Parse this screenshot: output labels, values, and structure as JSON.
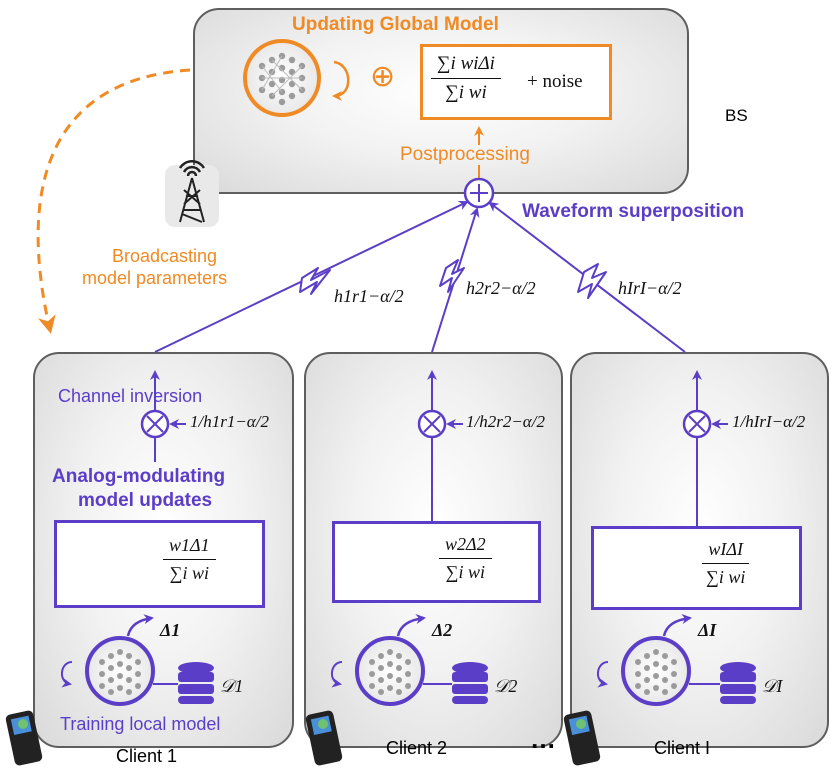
{
  "server": {
    "title": "Updating Global Model",
    "plus_symbol": "⊕",
    "formula_numerator": "∑i wiΔi",
    "formula_denominator": "∑i wi",
    "noise_term": "+ noise",
    "postprocessing": "Postprocessing",
    "bs_label": "BS"
  },
  "channel": {
    "superposition_label": "Waveform superposition",
    "broadcast_label_line1": "Broadcasting",
    "broadcast_label_line2": "model parameters",
    "gains": [
      "h1r1−α/2",
      "h2r2−α/2",
      "hIrI−α/2"
    ]
  },
  "client1": {
    "channel_inversion": "Channel inversion",
    "inverse_gain": "1/h1r1−α/2",
    "analog_label_line1": "Analog-modulating",
    "analog_label_line2": "model updates",
    "weight_num": "w1Δ1",
    "weight_den": "∑i wi",
    "update": "Δ1",
    "dataset": "𝒟1",
    "training_label": "Training local model",
    "name": "Client 1"
  },
  "client2": {
    "inverse_gain": "1/h2r2−α/2",
    "weight_num": "w2Δ2",
    "weight_den": "∑i wi",
    "update": "Δ2",
    "dataset": "𝒟2",
    "name": "Client 2"
  },
  "clientI": {
    "inverse_gain": "1/hIrI−α/2",
    "weight_num": "wIΔI",
    "weight_den": "∑i wi",
    "update": "ΔI",
    "dataset": "𝒟I",
    "name": "Client I"
  },
  "ellipsis": "…",
  "colors": {
    "orange": "#f08a24",
    "purple": "#5b3ec7",
    "box_border": "#5e5e5e"
  }
}
